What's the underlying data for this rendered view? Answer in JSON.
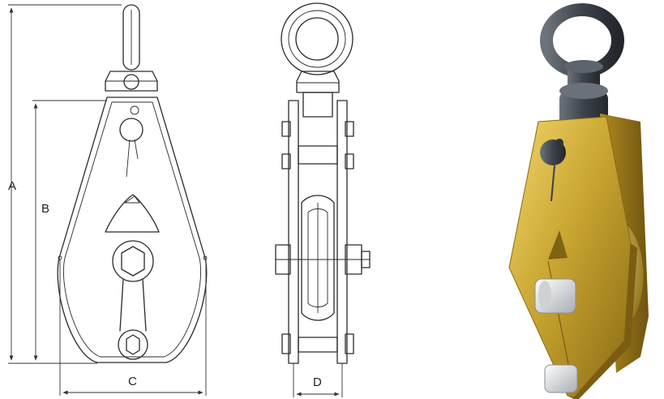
{
  "dimension_labels": {
    "a": "A",
    "b": "B",
    "c": "C",
    "d": "D"
  },
  "colors": {
    "line": "#2a2a2a",
    "plate_gold": "#c9a531",
    "swivel_grey": "#4a5057",
    "bolt_white": "#e4e6e8"
  }
}
